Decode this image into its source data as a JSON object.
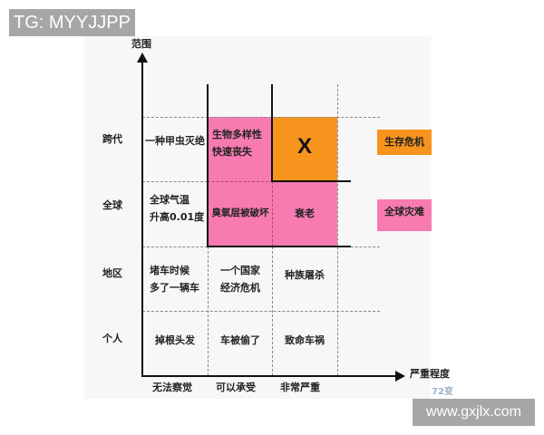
{
  "watermarks": {
    "top_left": "TG: MYYJJPP",
    "bottom_right": "www.gxjlx.com",
    "logo": "72变"
  },
  "colors": {
    "pink": "#f77bb0",
    "orange": "#f7941d",
    "axis": "#111111",
    "grid": "#888888"
  },
  "chart": {
    "y_axis_label": "范围",
    "x_axis_label": "严重程度",
    "rows": [
      "跨代",
      "全球",
      "地区",
      "个人"
    ],
    "columns": [
      "无法察觉",
      "可以承受",
      "非常严重"
    ],
    "cells": {
      "r0c0": [
        "一种甲虫灭绝"
      ],
      "r0c1": [
        "生物多样性",
        "快速丧失"
      ],
      "r0c2": [
        "X"
      ],
      "r1c0": [
        "全球气温",
        "升高0.01度"
      ],
      "r1c1": [
        "臭氧层被破坏"
      ],
      "r1c2": [
        "衰老"
      ],
      "r2c0": [
        "堵车时候",
        "多了一辆车"
      ],
      "r2c1": [
        "一个国家",
        "经济危机"
      ],
      "r2c2": [
        "种族屠杀"
      ],
      "r3c0": [
        "掉根头发"
      ],
      "r3c1": [
        "车被偷了"
      ],
      "r3c2": [
        "致命车祸"
      ]
    },
    "legend": [
      {
        "label": "生存危机",
        "color": "#f7941d"
      },
      {
        "label": "全球灾难",
        "color": "#f77bb0"
      }
    ]
  }
}
